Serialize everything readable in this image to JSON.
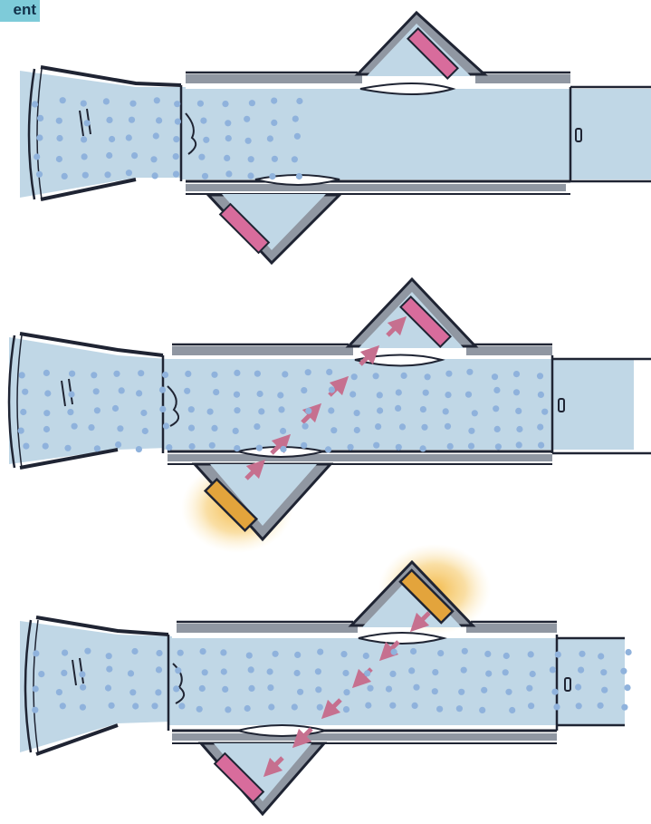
{
  "header": {
    "tag_text": "ent"
  },
  "panels": [
    {
      "state": "rest",
      "glow": "none"
    },
    {
      "state": "flow-up",
      "glow": "lower-sensor"
    },
    {
      "state": "flow-down",
      "glow": "upper-sensor"
    }
  ],
  "colors": {
    "fluid": "#c0d7e6",
    "particle": "#8fb2dc",
    "outline": "#1f2433",
    "housing": "#9097a2",
    "sensor": "#d86c9c",
    "arrow": "#c6708f",
    "glow": "#f2b43a",
    "tag": "#7ecbd9"
  },
  "icons": [
    "pipe",
    "transducer-housing",
    "sound-wave-arrow",
    "fluid-particle"
  ]
}
